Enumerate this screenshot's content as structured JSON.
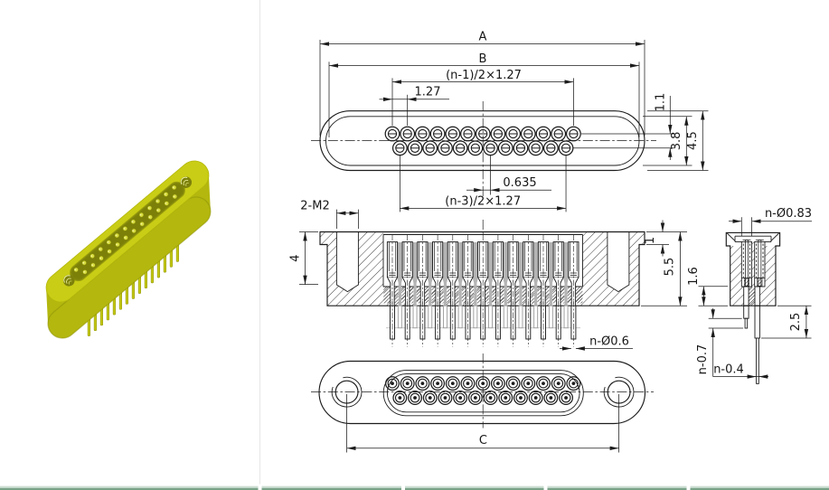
{
  "page": {
    "background": "#ffffff",
    "divider_color": "#e6e6e6",
    "table_border_color": "#79a287",
    "drawing_color": "#1c1c1c"
  },
  "product_render": {
    "name": "yellow rectangular micro connector",
    "body_color": "#c9cd15",
    "side_color": "#b3b70e",
    "edge_color": "#8f9308",
    "recess_color": "#83870a",
    "recess_inner_color": "#747808",
    "contact_color": "#d7db3e",
    "tail_color": "#c6ca13",
    "screw_hole_color": "#7d810a"
  },
  "drawing": {
    "pins": {
      "top_row_count": 13,
      "bottom_row_count": 12
    },
    "views": {
      "top_view": {
        "name": "mating face view",
        "dims": {
          "overall_width": "A",
          "shell_width": "B",
          "top_row_span": "(n-1)/2×1.27",
          "pitch": "1.27",
          "row_spacing": "1.1",
          "shell_inner_height": "3.8",
          "overall_height": "4.5",
          "row_offset": "0.635",
          "bottom_row_span": "(n-3)/2×1.27"
        }
      },
      "section_view": {
        "name": "front section view",
        "dims": {
          "mounting_thread": "2-M2",
          "thread_depth": "4",
          "flange_lip": "1",
          "body_height": "5.5",
          "pin_tail_diameter": "n-Ø0.6"
        }
      },
      "side_section_view": {
        "name": "side section view",
        "dims": {
          "socket_bore": "n-Ø0.83",
          "base_thickness": "1.6",
          "shoulder_length": "2.5",
          "pin_tip_length": "n-0.7",
          "tail_tip_diameter": "n-0.4"
        }
      },
      "rear_view": {
        "name": "rear view",
        "dims": {
          "mounting_hole_spacing": "C"
        }
      }
    }
  }
}
